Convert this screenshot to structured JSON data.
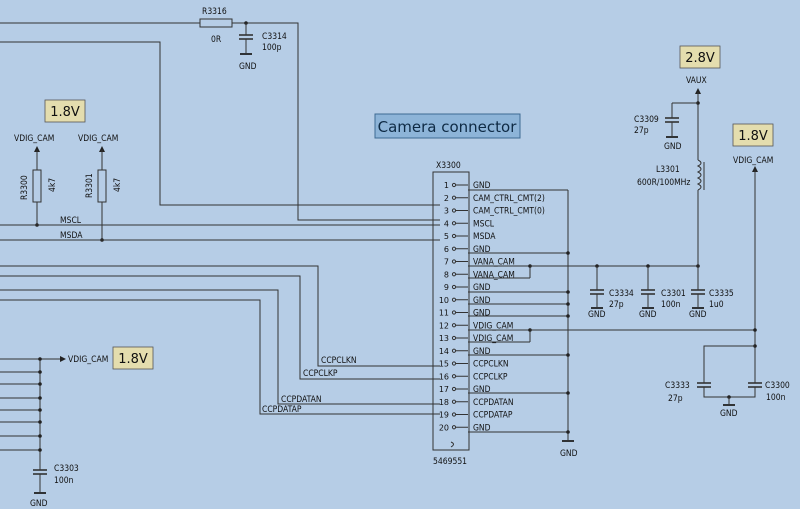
{
  "title": "Camera connector",
  "voltage_badges": {
    "v18_a": "1.8V",
    "v18_b": "1.8V",
    "v18_c": "1.8V",
    "v28": "2.8V"
  },
  "rails": {
    "vdig_cam_1": "VDIG_CAM",
    "vdig_cam_2": "VDIG_CAM",
    "vdig_cam_3": "VDIG_CAM",
    "vdig_cam_4": "VDIG_CAM",
    "vaux": "VAUX"
  },
  "connector": {
    "ref": "X3300",
    "part": "5469551",
    "pin_numbers": [
      "1",
      "2",
      "3",
      "4",
      "5",
      "6",
      "7",
      "8",
      "9",
      "10",
      "11",
      "12",
      "13",
      "14",
      "15",
      "16",
      "17",
      "18",
      "19",
      "20"
    ],
    "pin_signals": [
      "GND",
      "CAM_CTRL_CMT(2)",
      "CAM_CTRL_CMT(0)",
      "MSCL",
      "MSDA",
      "GND",
      "VANA_CAM",
      "VANA_CAM",
      "GND",
      "GND",
      "GND",
      "VDIG_CAM",
      "VDIG_CAM",
      "GND",
      "CCPCLKN",
      "CCPCLKP",
      "GND",
      "CCPDATAN",
      "CCPDATAP",
      "GND"
    ]
  },
  "nets": {
    "mscl": "MSCL",
    "msda": "MSDA",
    "ccpclkn": "CCPCLKN",
    "ccpclkp": "CCPCLKP",
    "ccpdatan": "CCPDATAN",
    "ccpdatap": "CCPDATAP"
  },
  "components": {
    "r3316": {
      "ref": "R3316",
      "value": "0R"
    },
    "c3314": {
      "ref": "C3314",
      "value": "100p"
    },
    "r3300": {
      "ref": "R3300",
      "value": "4k7"
    },
    "r3301": {
      "ref": "R3301",
      "value": "4k7"
    },
    "c3309": {
      "ref": "C3309",
      "value": "27p"
    },
    "l3301": {
      "ref": "L3301",
      "value": "600R/100MHz"
    },
    "c3334": {
      "ref": "C3334",
      "value": "27p"
    },
    "c3301": {
      "ref": "C3301",
      "value": "100n"
    },
    "c3335": {
      "ref": "C3335",
      "value": "1u0"
    },
    "c3333": {
      "ref": "C3333",
      "value": "27p"
    },
    "c3300": {
      "ref": "C3300",
      "value": "100n"
    },
    "c3303": {
      "ref": "C3303",
      "value": "100n"
    }
  },
  "gnd_label": "GND",
  "colors": {
    "background": "#b6cde6",
    "title_box": "#8db4d8",
    "voltage_box": "#e4ddae",
    "wire": "#333333"
  }
}
